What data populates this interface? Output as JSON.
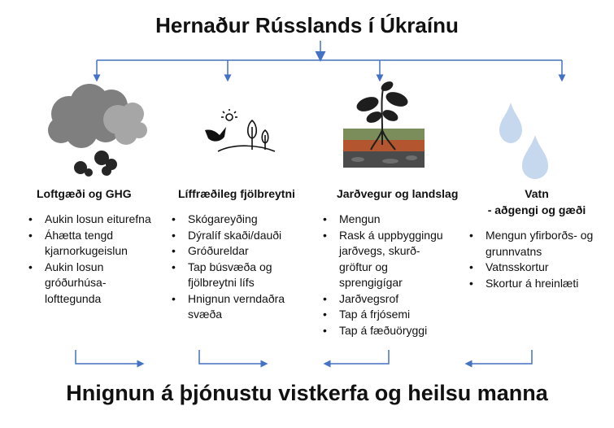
{
  "top_title": "Hernaður Rússlands í Úkraínu",
  "bottom_title": "Hnignun á þjónustu vistkerfa og heilsu manna",
  "colors": {
    "arrow": "#4472c4",
    "text": "#111111"
  },
  "columns": [
    {
      "icon": "smoke-cloud-icon",
      "heading": [
        "Loftgæði og GHG"
      ],
      "items": [
        "Aukin losun eiturefna",
        "Áhætta tengd kjarnorkugeislun",
        "Aukin losun gróðurhúsa-lofttegunda"
      ]
    },
    {
      "icon": "bird-trees-icon",
      "heading": [
        "Líffræðileg fjölbreytni"
      ],
      "items": [
        "Skógareyðing",
        "Dýralíf skaði/dauði",
        "Gróðureldar",
        "Tap búsvæða og fjölbreytni lífs",
        "Hnignun verndaðra svæða"
      ]
    },
    {
      "icon": "plant-soil-icon",
      "heading": [
        "Jarðvegur og landslag"
      ],
      "items": [
        "Mengun",
        "Rask á uppbyggingu jarðvegs, skurð-gröftur og sprengigígar",
        "Jarðvegsrof",
        "Tap á frjósemi",
        "Tap á fæðuöryggi"
      ]
    },
    {
      "icon": "water-drops-icon",
      "heading": [
        "Vatn",
        "- aðgengi og gæði"
      ],
      "items": [
        "Mengun yfirborðs- og grunnvatns",
        "Vatnsskortur",
        "Skortur á hreinlæti"
      ]
    }
  ]
}
